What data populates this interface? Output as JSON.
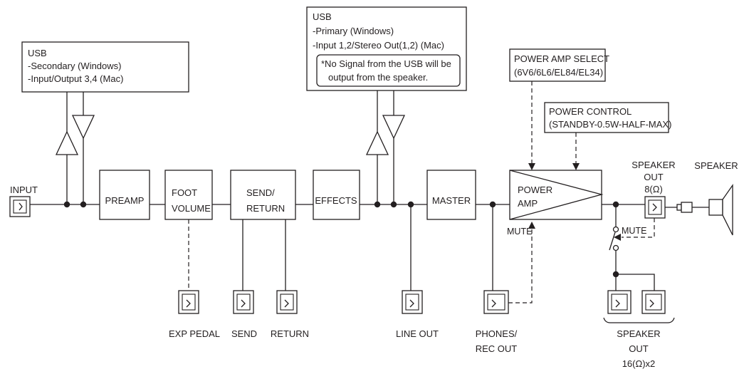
{
  "blocks": {
    "preamp": "PREAMP",
    "foot_volume": [
      "FOOT",
      "VOLUME"
    ],
    "send_return": [
      "SEND/",
      "RETURN"
    ],
    "effects": "EFFECTS",
    "master": "MASTER",
    "power_amp": [
      "POWER",
      "AMP"
    ]
  },
  "usb_secondary": {
    "title": "USB",
    "lines": [
      "-Secondary (Windows)",
      "-Input/Output 3,4 (Mac)"
    ]
  },
  "usb_primary": {
    "title": "USB",
    "lines": [
      "-Primary (Windows)",
      "-Input 1,2/Stereo Out(1,2) (Mac)"
    ],
    "note": [
      "*No Signal from the USB will be",
      "output from the speaker."
    ]
  },
  "power_amp_select": {
    "title": "POWER AMP SELECT",
    "value": "(6V6/6L6/EL84/EL34)"
  },
  "power_control": {
    "title": "POWER CONTROL",
    "value": "(STANDBY-0.5W-HALF-MAX)"
  },
  "labels": {
    "input": "INPUT",
    "exp_pedal": "EXP PEDAL",
    "send": "SEND",
    "return": "RETURN",
    "line_out": "LINE OUT",
    "phones": [
      "PHONES/",
      "REC OUT"
    ],
    "mute_amp": "MUTE",
    "mute_switch": "MUTE",
    "speaker_out_8": [
      "SPEAKER",
      "OUT",
      "8(Ω)"
    ],
    "speaker": "SPEAKER",
    "speaker_out_16": [
      "SPEAKER",
      "OUT",
      "16(Ω)x2"
    ]
  }
}
